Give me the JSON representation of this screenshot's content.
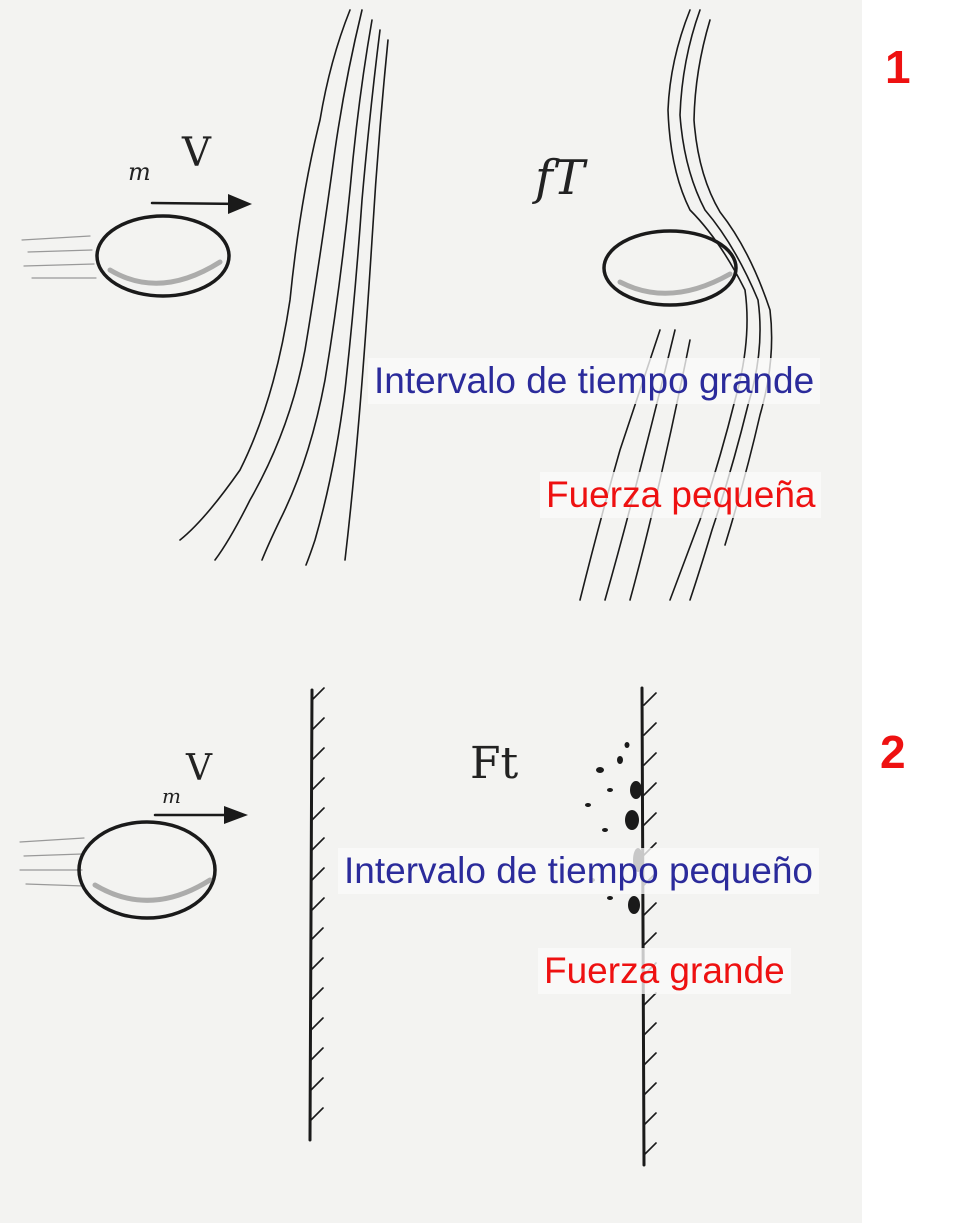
{
  "panel1": {
    "number": "1",
    "ball_label_m": "m",
    "ball_label_v": "V",
    "impulse_label": "fT",
    "interval_text": "Intervalo de tiempo grande",
    "force_text": "Fuerza pequeña"
  },
  "panel2": {
    "number": "2",
    "ball_label_m": "m",
    "ball_label_v": "V",
    "impulse_label": "Ft",
    "interval_text": "Intervalo de tiempo pequeño",
    "force_text": "Fuerza grande"
  },
  "colors": {
    "paper": "#f3f3f1",
    "ink": "#1a1a1a",
    "blue_text": "#2b2b9b",
    "red_text": "#ee1111"
  }
}
